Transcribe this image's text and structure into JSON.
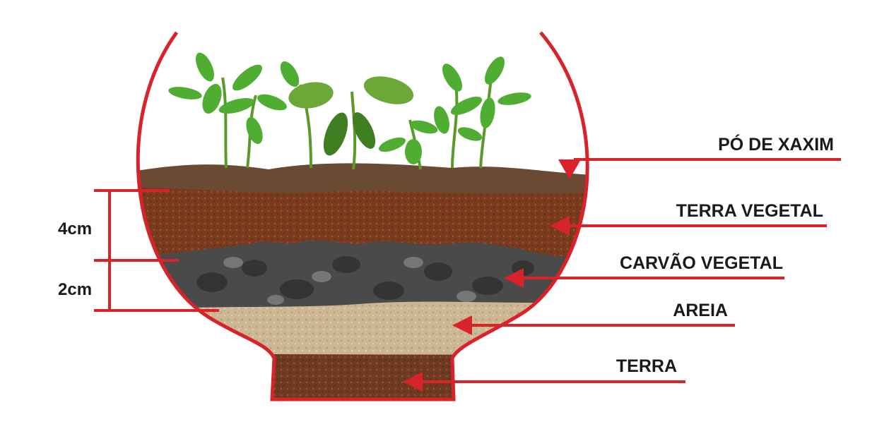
{
  "layers": [
    {
      "key": "po_de_xaxim",
      "label": "PÓ DE XAXIM"
    },
    {
      "key": "terra_vegetal",
      "label": "TERRA VEGETAL"
    },
    {
      "key": "carvao_vegetal",
      "label": "CARVÃO VEGETAL"
    },
    {
      "key": "areia",
      "label": "AREIA"
    },
    {
      "key": "terra",
      "label": "TERRA"
    }
  ],
  "dimensions": [
    {
      "key": "upper",
      "label": "4cm"
    },
    {
      "key": "lower",
      "label": "2cm"
    }
  ],
  "colors": {
    "accent": "#d9232a",
    "text": "#1a1a1a",
    "background": "#ffffff",
    "po_de_xaxim": "#6b4a33",
    "terra_vegetal": "#7a3a1e",
    "carvao_vegetal": "#4a4a4a",
    "areia": "#cdb693",
    "terra": "#6e3a22",
    "leaf": "#4fae32"
  }
}
